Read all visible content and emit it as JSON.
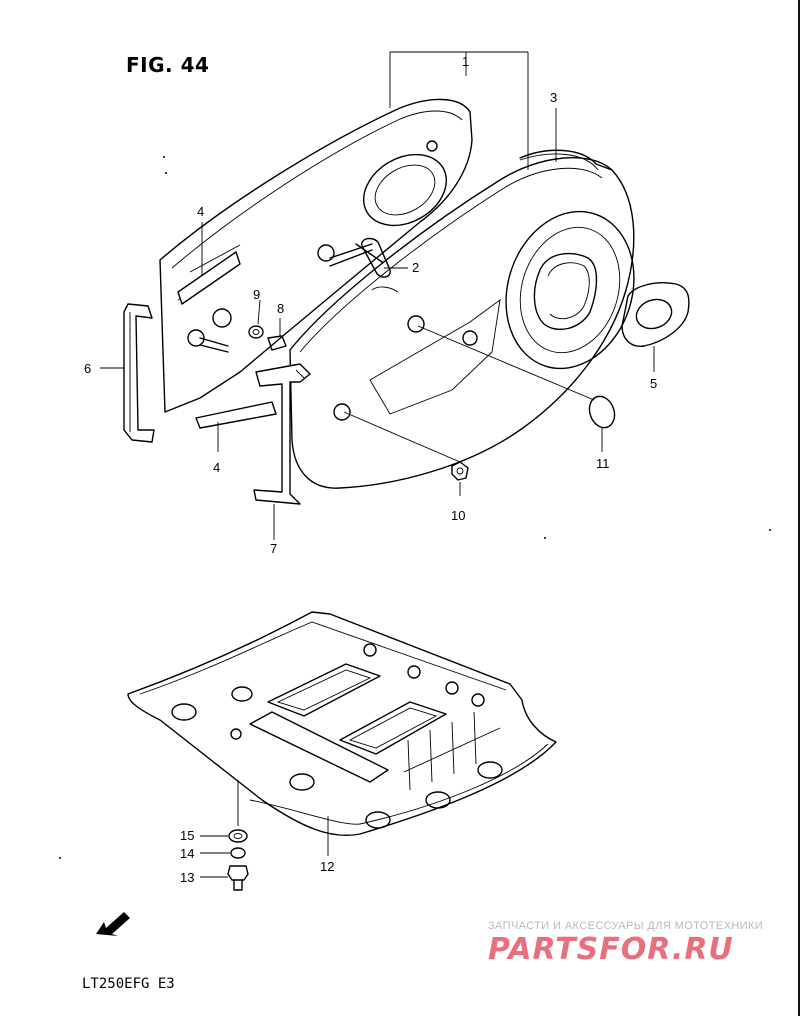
{
  "figure": {
    "title": "FIG. 44",
    "model_code": "LT250EFG  E3"
  },
  "callouts": {
    "c1": "1",
    "c2": "2",
    "c3": "3",
    "c4a": "4",
    "c4b": "4",
    "c5": "5",
    "c6": "6",
    "c7": "7",
    "c8": "8",
    "c9": "9",
    "c10": "10",
    "c11": "11",
    "c12": "12",
    "c13": "13",
    "c14": "14",
    "c15": "15"
  },
  "fwd_arrow": {
    "label": "FWD",
    "icon": "fwd-arrow-icon"
  },
  "watermark": {
    "tagline": "ЗАПЧАСТИ И АКСЕССУАРЫ ДЛЯ МОТОТЕХНИКИ",
    "logo": "PARTSFOR.RU",
    "color": "#e8707e"
  },
  "colors": {
    "line": "#000000",
    "background": "#ffffff"
  }
}
